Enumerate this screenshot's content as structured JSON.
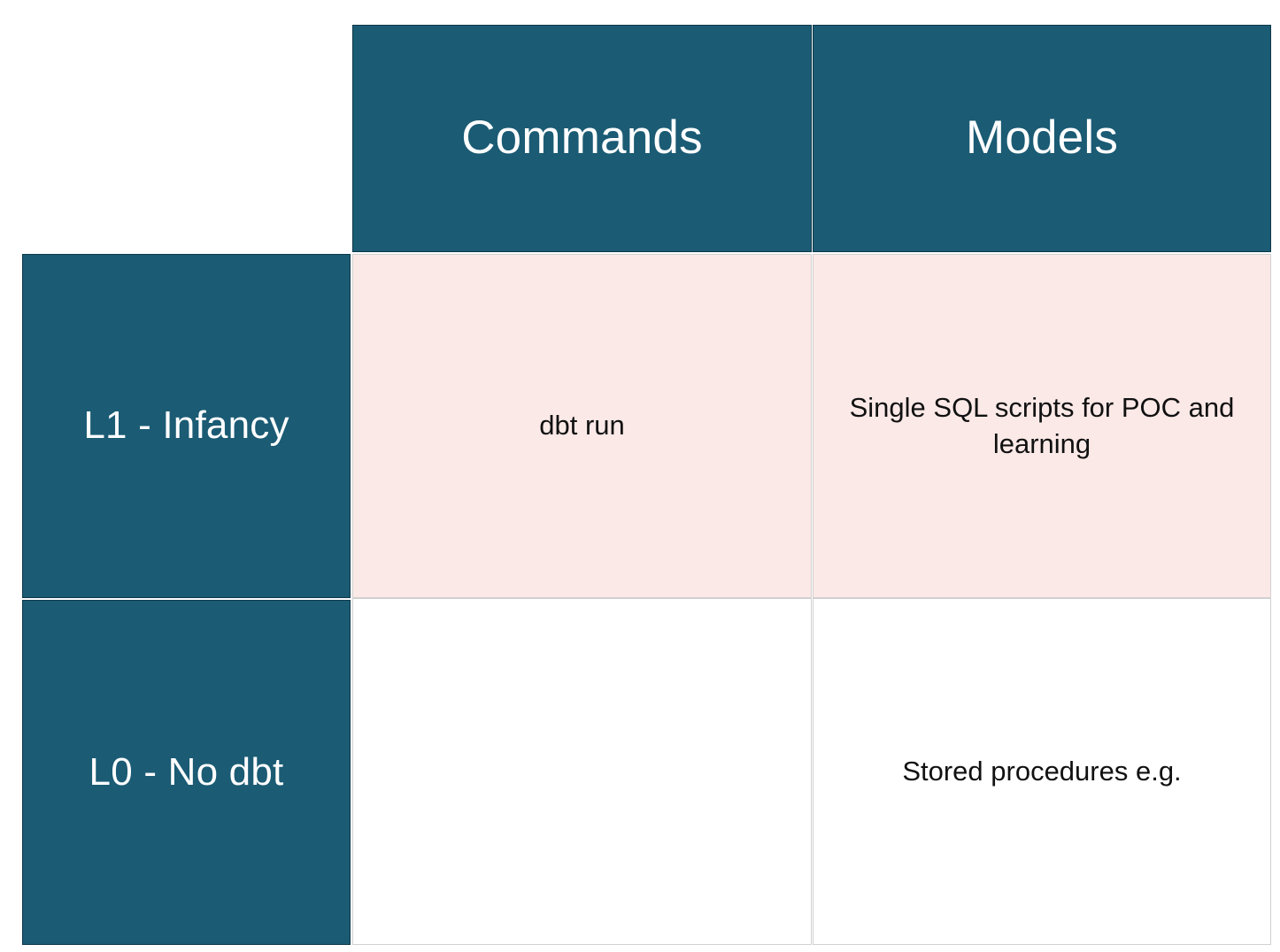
{
  "matrix": {
    "corner_label": "",
    "colors": {
      "header_fill": "#1B5B74",
      "header_text": "#FFFFFF",
      "header_border": "#0E384A",
      "row_l1_fill": "#FBE9E7",
      "row_l0_fill": "#FFFFFF",
      "body_text": "#111111",
      "body_border": "#D2D0D0"
    },
    "column_headers": [
      {
        "id": "commands",
        "label": "Commands"
      },
      {
        "id": "models",
        "label": "Models"
      }
    ],
    "row_headers": [
      {
        "id": "l1",
        "label": "L1 - Infancy"
      },
      {
        "id": "l0",
        "label": "L0 - No dbt"
      }
    ],
    "rows": [
      {
        "id": "l1",
        "header": "L1 - Infancy",
        "cells": {
          "commands": "dbt run",
          "models": "Single SQL scripts for POC and learning"
        }
      },
      {
        "id": "l0",
        "header": "L0 - No dbt",
        "cells": {
          "commands": "",
          "models": "Stored procedures e.g."
        }
      }
    ]
  }
}
